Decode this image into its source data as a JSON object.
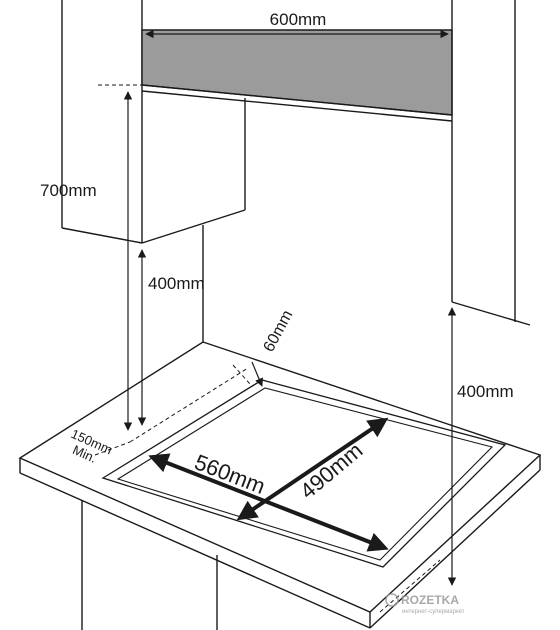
{
  "diagram": {
    "labels": {
      "hood_width": "600mm",
      "hood_height": "700mm",
      "cabinet_height_left": "400mm",
      "cabinet_height_right": "400mm",
      "back_clearance": "60mm",
      "side_clearance_value": "150mm",
      "side_clearance_note": "Min.",
      "cutout_width": "560mm",
      "cutout_depth": "490mm"
    },
    "watermark": {
      "brand": "ROZETKA",
      "tagline": "интернет-супермаркет"
    },
    "colors": {
      "hood_fill": "#9b9b9b",
      "line": "#1a1a1a",
      "background": "#ffffff"
    }
  }
}
